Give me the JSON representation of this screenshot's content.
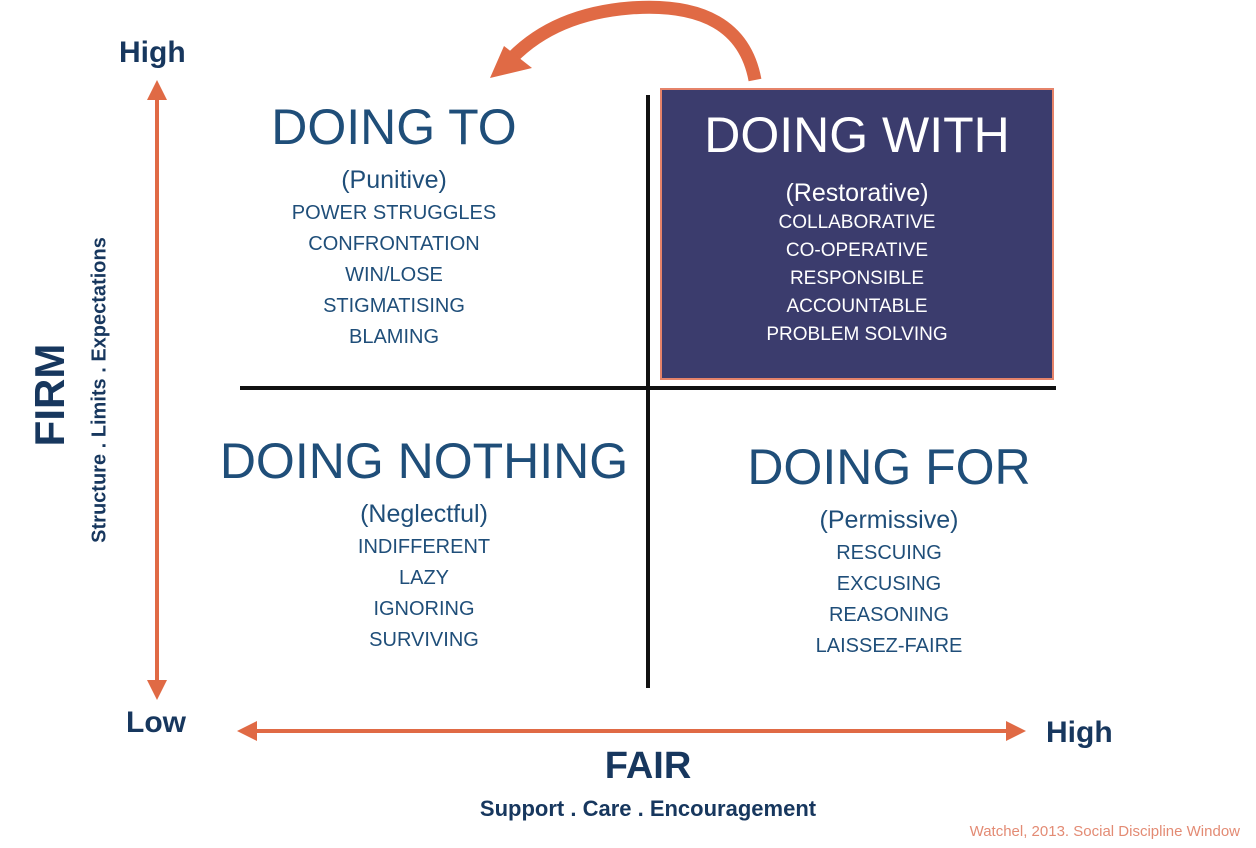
{
  "y_axis": {
    "high_label": "High",
    "low_label": "Low",
    "title": "FIRM",
    "subtitle": "Structure . Limits . Expectations"
  },
  "x_axis": {
    "high_label": "High",
    "title": "FAIR",
    "subtitle": "Support . Care . Encouragement"
  },
  "quadrants": {
    "doing_to": {
      "title": "DOING TO",
      "subtitle": "(Punitive)",
      "items": [
        "POWER STRUGGLES",
        "CONFRONTATION",
        "WIN/LOSE",
        "STIGMATISING",
        "BLAMING"
      ]
    },
    "doing_with": {
      "title": "DOING WITH",
      "subtitle": "(Restorative)",
      "items": [
        "COLLABORATIVE",
        "CO-OPERATIVE",
        "RESPONSIBLE",
        "ACCOUNTABLE",
        "PROBLEM SOLVING"
      ]
    },
    "doing_nothing": {
      "title": "DOING NOTHING",
      "subtitle": "(Neglectful)",
      "items": [
        "INDIFFERENT",
        "LAZY",
        "IGNORING",
        "SURVIVING"
      ]
    },
    "doing_for": {
      "title": "DOING FOR",
      "subtitle": "(Permissive)",
      "items": [
        "RESCUING",
        "EXCUSING",
        "REASONING",
        "LAISSEZ-FAIRE"
      ]
    }
  },
  "citation": "Watchel, 2013. Social Discipline Window",
  "colors": {
    "text_blue": "#1f4e79",
    "axis_blue": "#17375e",
    "arrow_orange": "#e06a45",
    "highlight_fill": "#3b3c6d",
    "highlight_border": "#e5836a"
  }
}
